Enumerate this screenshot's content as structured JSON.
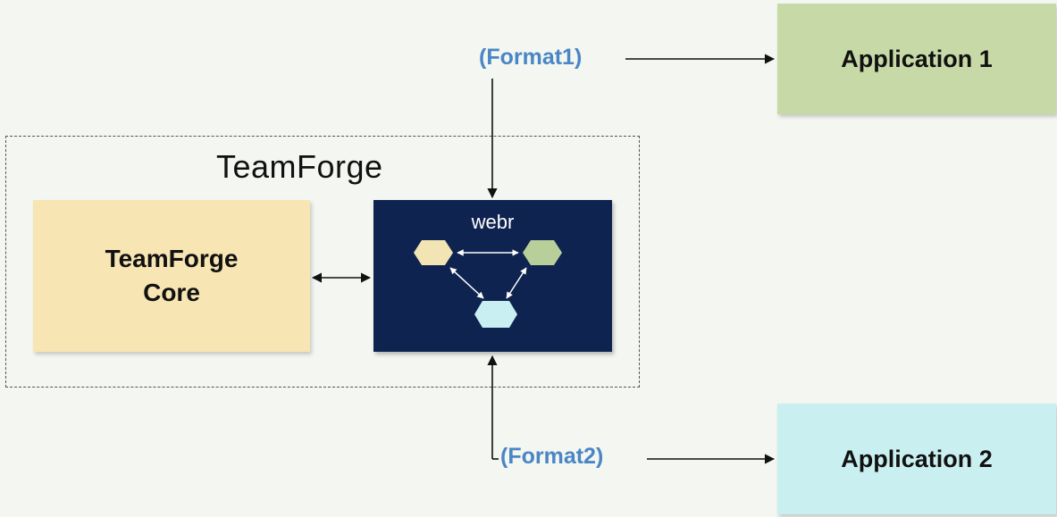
{
  "container": {
    "title": "TeamForge"
  },
  "core": {
    "line1": "TeamForge",
    "line2": "Core"
  },
  "webr": {
    "label": "webr",
    "nodes": [
      "hexagon-yellow",
      "hexagon-green",
      "hexagon-cyan"
    ]
  },
  "applications": [
    {
      "label": "Application 1"
    },
    {
      "label": "Application 2"
    }
  ],
  "formats": {
    "format1": "(Format1)",
    "format2": "(Format2)"
  },
  "colors": {
    "app1": "#c7d9a7",
    "app2": "#c9eff0",
    "core": "#f7e6b3",
    "webr": "#0f2350",
    "format_text": "#4a86c5"
  }
}
